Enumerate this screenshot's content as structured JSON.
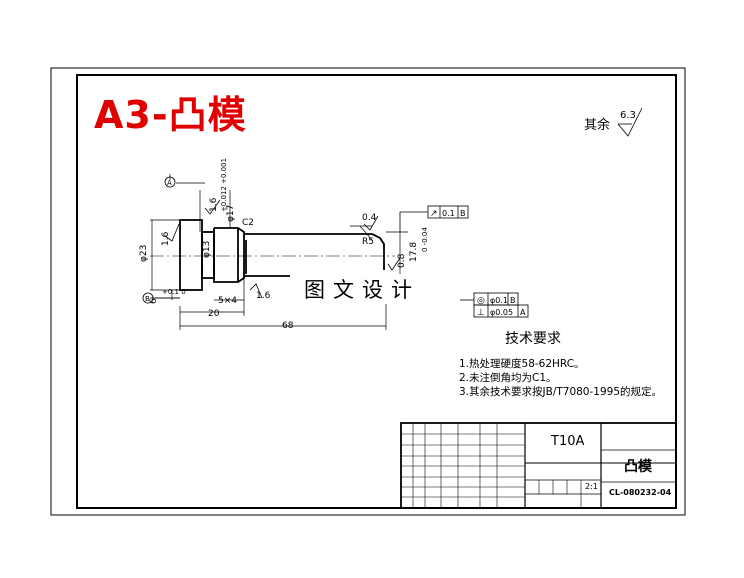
{
  "title": "A3-凸模",
  "watermark": "图文设计",
  "surface_rest": {
    "label": "其余",
    "value": "6.3"
  },
  "requirements": {
    "heading": "技术要求",
    "items": [
      "1.热处理硬度58-62HRC。",
      "2.未注倒角均为C1。",
      "3.其余技术要求按JB/T7080-1995的规定。"
    ]
  },
  "dimensions": {
    "d23": "φ23",
    "d13": "φ13",
    "d17": "φ17",
    "d17_tol": "+0.012 +0.001",
    "d178": "17.8",
    "d178_tol": "0 -0.04",
    "chamfer": "C2",
    "radius": "R5",
    "groove": "5×4",
    "len20": "20",
    "len68": "68",
    "len6": "6",
    "len6_tol": "+0.1 0",
    "rough_16a": "1.6",
    "rough_16b": "1.6",
    "rough_16c": "1.6",
    "rough_04": "0.4",
    "rough_08": "0.8",
    "datum_a": "A",
    "datum_b": "B"
  },
  "tolerances": {
    "runout": {
      "value": "0.1",
      "datum": "B"
    },
    "concentricity": {
      "value": "φ0.1",
      "datum": "B"
    },
    "perpendicularity": {
      "value": "φ0.05",
      "datum": "A"
    }
  },
  "title_block": {
    "material": "T10A",
    "part_name": "凸模",
    "drawing_no": "CL-080232-04",
    "scale": "2:1"
  }
}
